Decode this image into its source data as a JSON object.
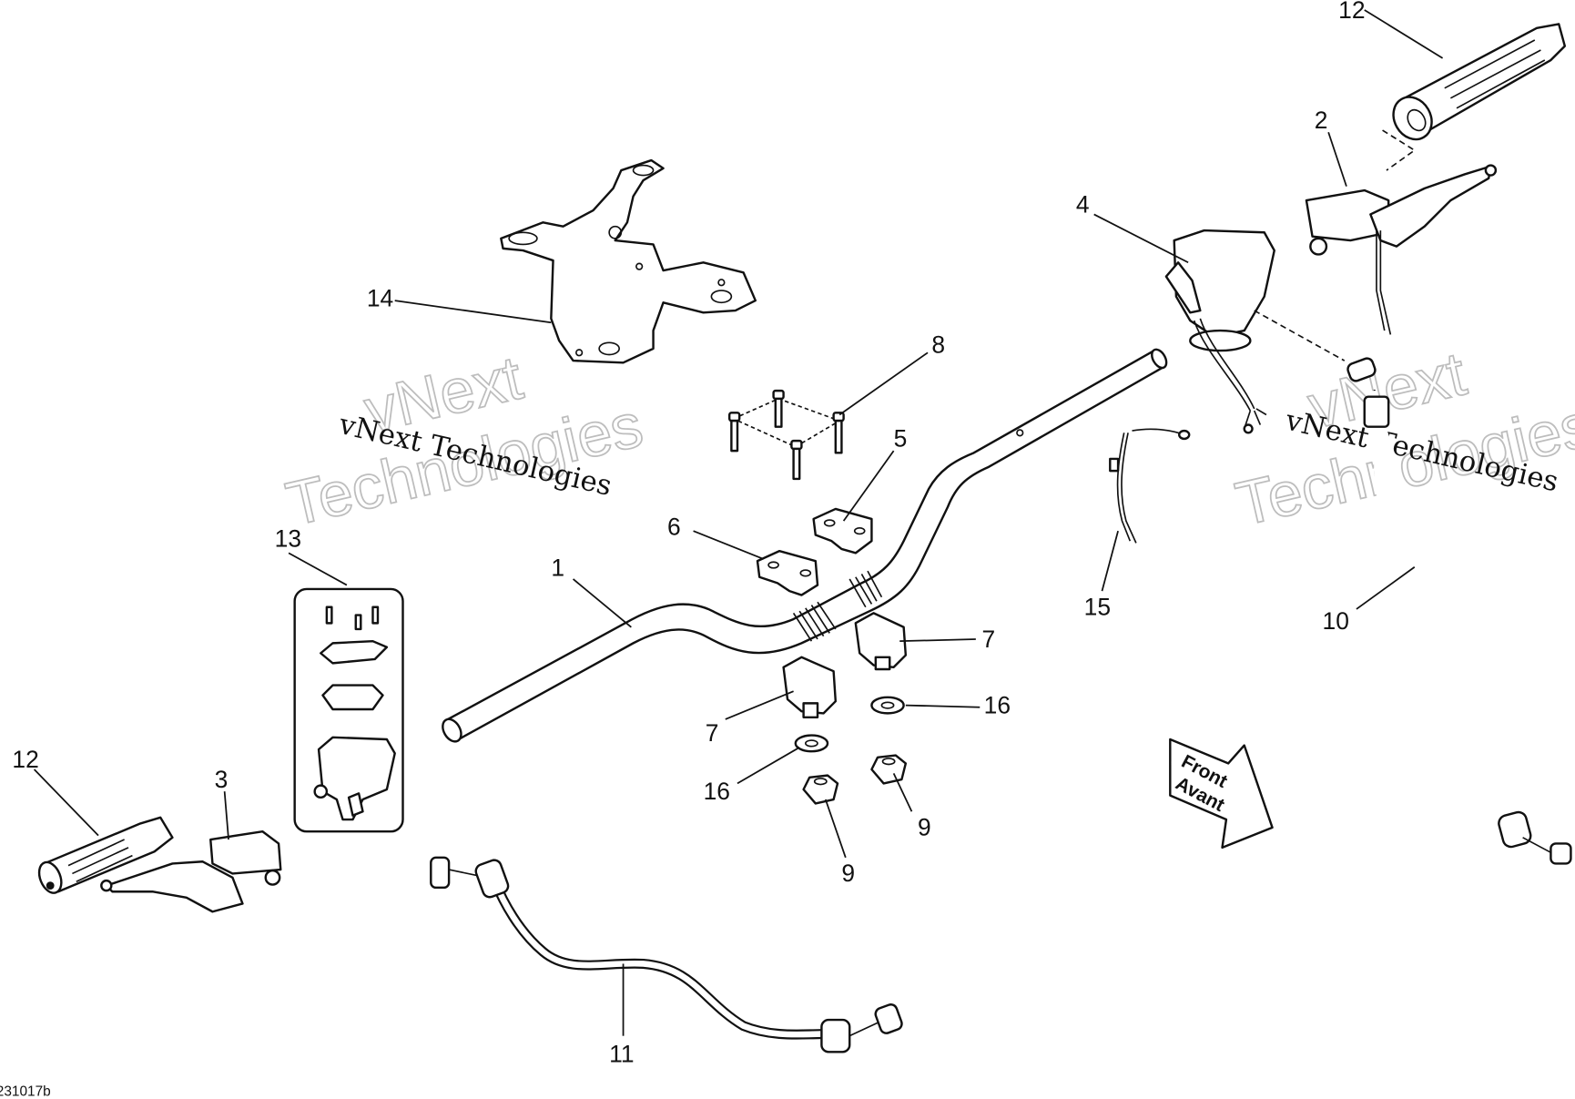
{
  "diagram": {
    "drawing_code": "231017b",
    "watermark": {
      "line1": "vNext",
      "line2": "Technologies",
      "caption": "vNext Technologies"
    },
    "direction_arrow": {
      "line1": "Front",
      "line2": "Avant"
    },
    "callouts": [
      "1",
      "2",
      "3",
      "4",
      "5",
      "6",
      "7",
      "7",
      "8",
      "9",
      "9",
      "10",
      "11",
      "12",
      "12",
      "13",
      "14",
      "15",
      "16",
      "16"
    ]
  }
}
